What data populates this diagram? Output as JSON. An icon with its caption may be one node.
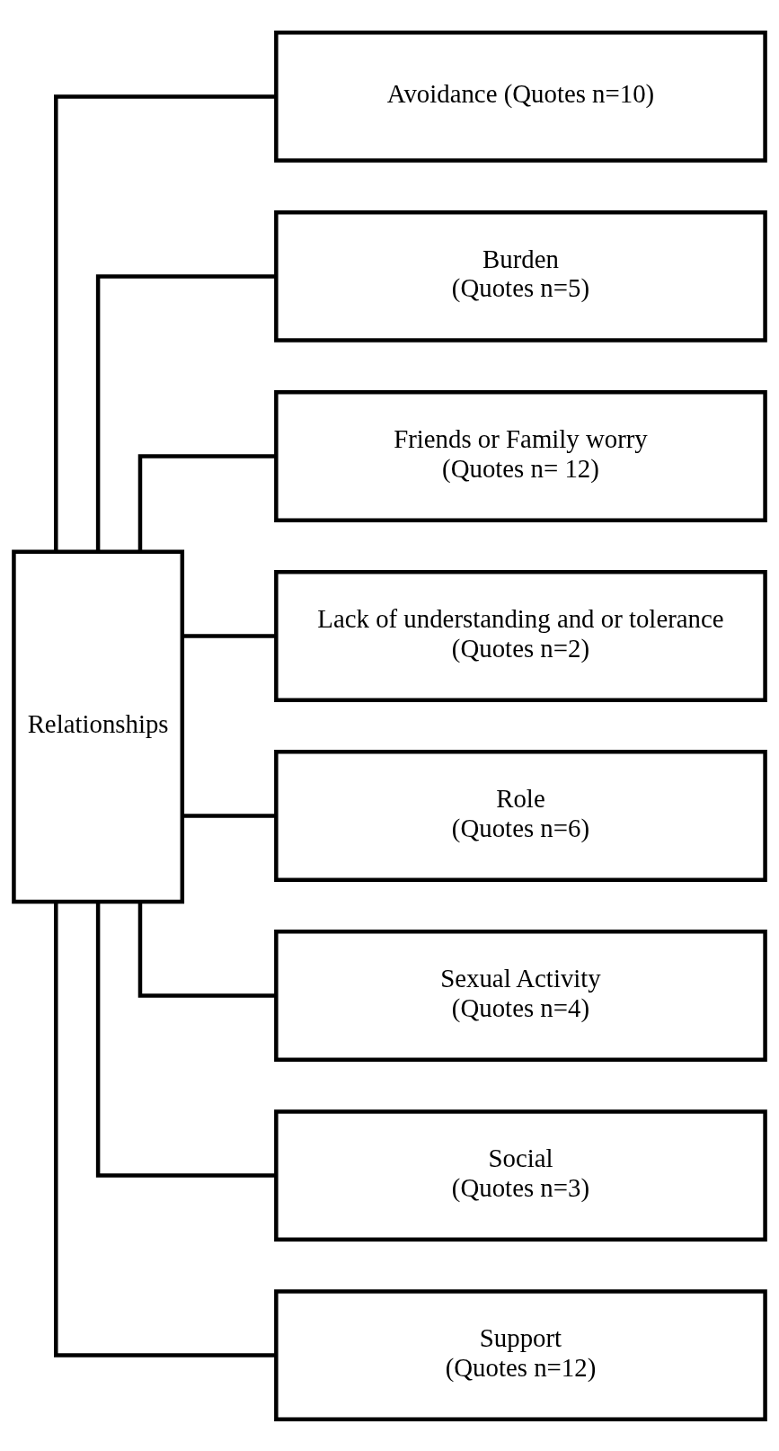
{
  "diagram": {
    "nodes": [
      {
        "text": [
          "Relationships"
        ]
      },
      {
        "text": [
          "Avoidance (Quotes n=10)"
        ]
      },
      {
        "text": [
          "Burden",
          "(Quotes n=5)"
        ]
      },
      {
        "text": [
          "Friends or Family worry",
          "(Quotes n= 12)"
        ]
      },
      {
        "text": [
          "Lack of understanding and or tolerance",
          "(Quotes n=2)"
        ]
      },
      {
        "text": [
          "Role",
          "(Quotes n=6)"
        ]
      },
      {
        "text": [
          "Sexual Activity",
          "(Quotes n=4)"
        ]
      },
      {
        "text": [
          "Social",
          "(Quotes n=3)"
        ]
      },
      {
        "text": [
          "Support",
          "(Quotes n=12)"
        ]
      }
    ],
    "edges": [
      {
        "from": 0,
        "to": 1,
        "arrow": "none"
      },
      {
        "from": 0,
        "to": 2,
        "arrow": "none"
      },
      {
        "from": 0,
        "to": 3,
        "arrow": "none"
      },
      {
        "from": 0,
        "to": 4,
        "arrow": "none"
      },
      {
        "from": 0,
        "to": 5,
        "arrow": "none"
      },
      {
        "from": 0,
        "to": 6,
        "arrow": "none"
      },
      {
        "from": 0,
        "to": 7,
        "arrow": "none"
      },
      {
        "from": 0,
        "to": 8,
        "arrow": "none"
      }
    ]
  }
}
